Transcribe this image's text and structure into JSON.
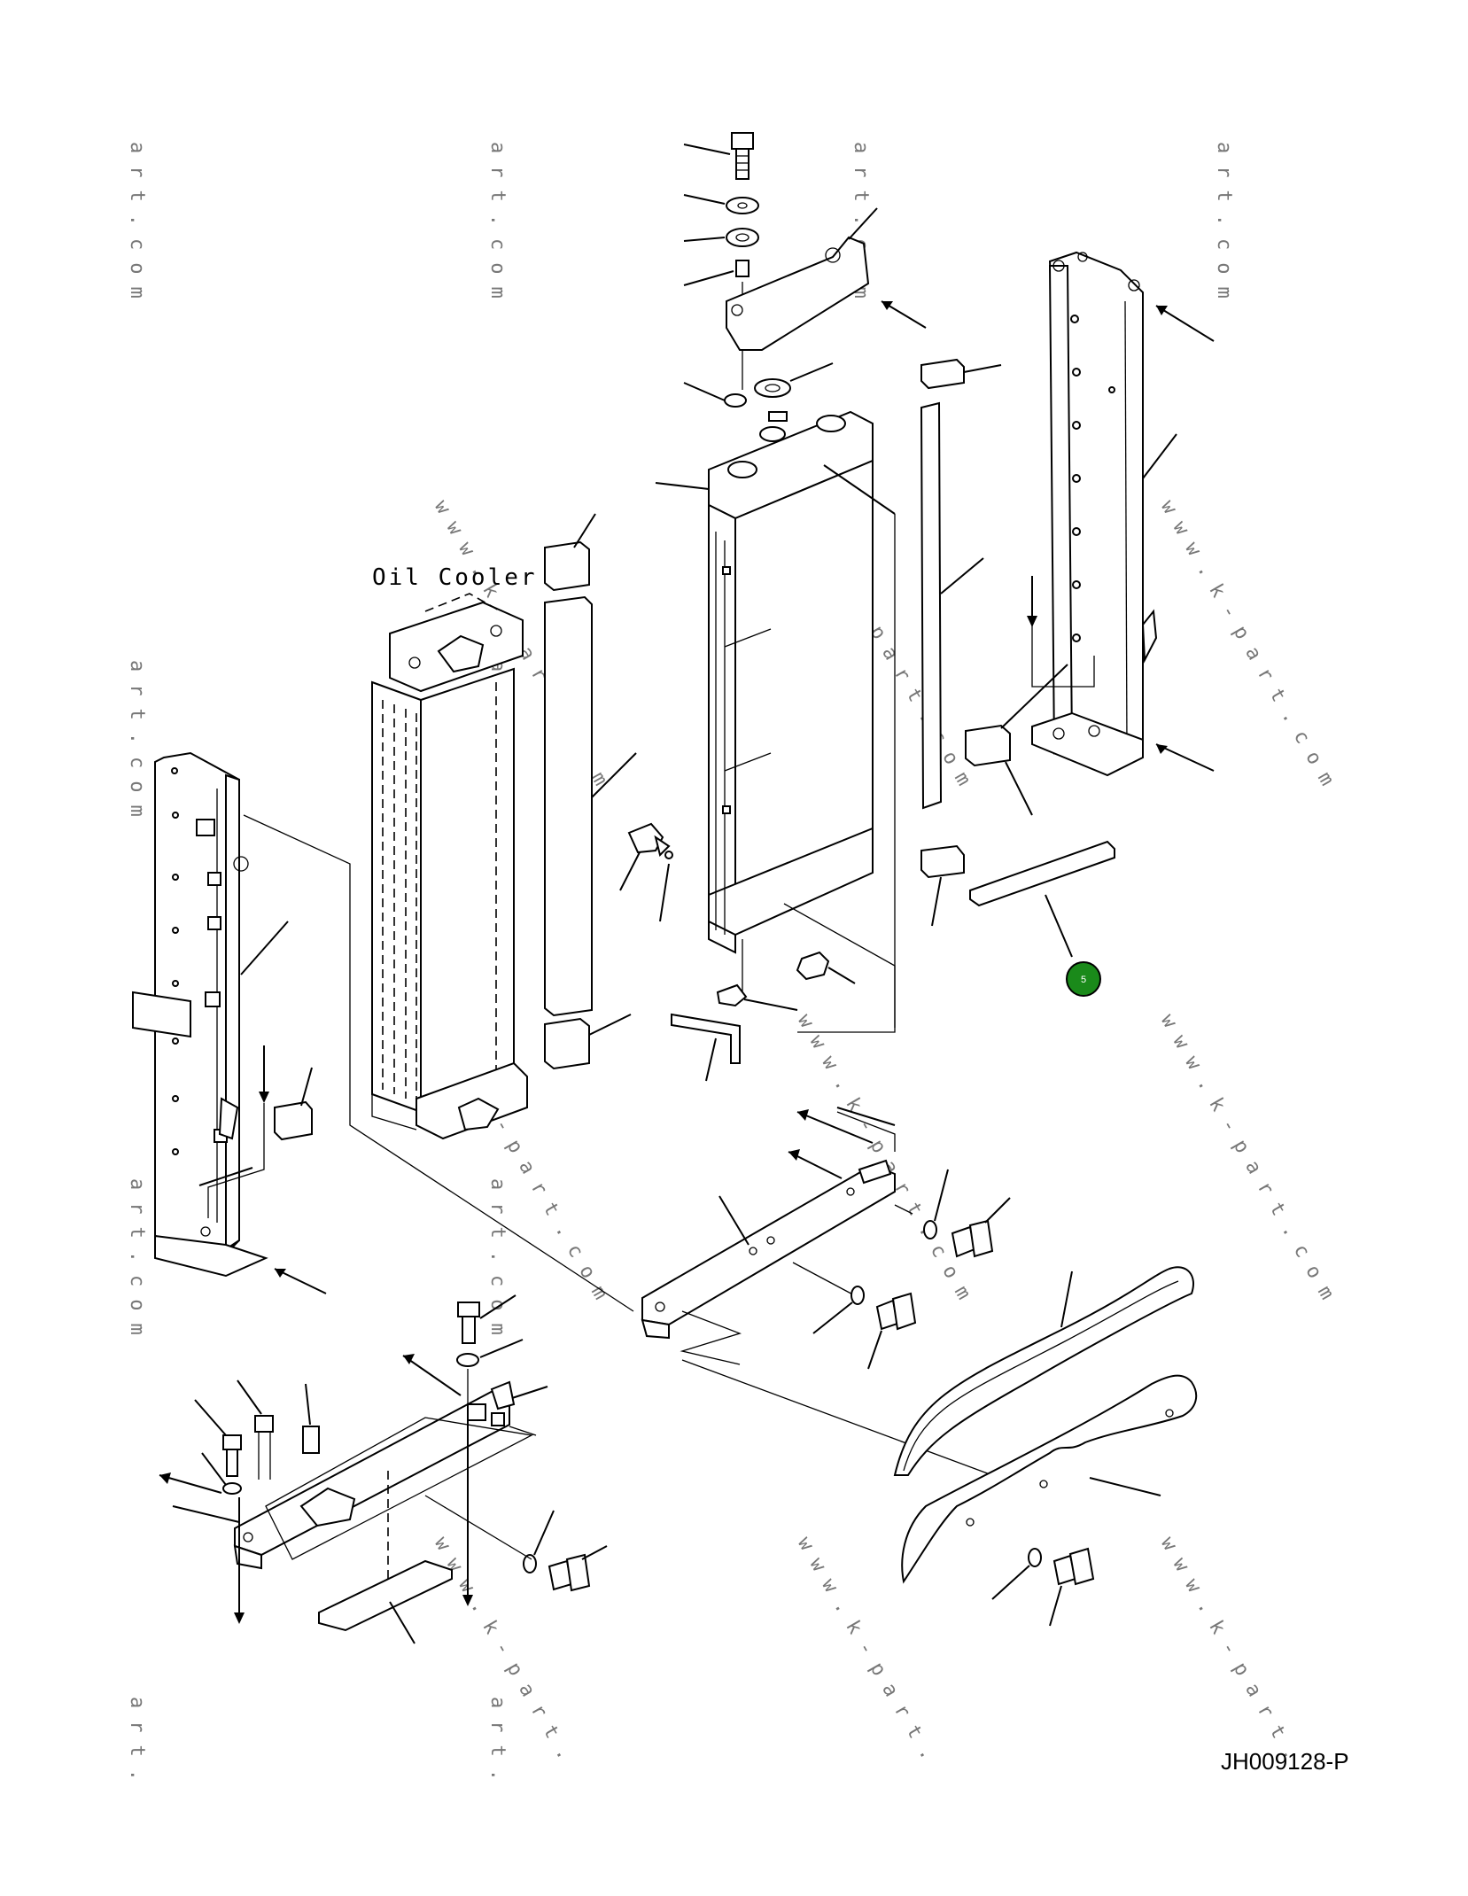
{
  "diagram": {
    "drawing_code": "JH009128-P",
    "component_label": "Oil Cooler",
    "highlight_marker": {
      "label": "5",
      "color": "#1a8a1a"
    },
    "watermarks": [
      "art.com",
      "www.k-part.com",
      "art.",
      "www.k-part."
    ],
    "line_color": "#000000"
  }
}
